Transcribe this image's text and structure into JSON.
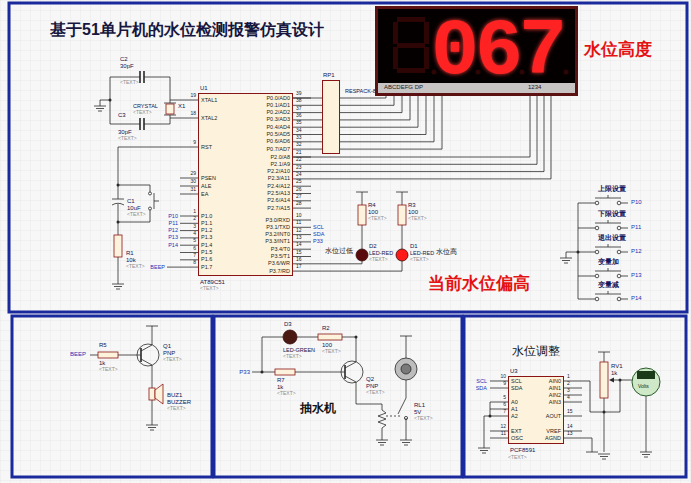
{
  "diagram": {
    "title": "基于51单片机的水位检测报警仿真设计",
    "nodes": [
      {
        "text": [
          "U1",
          "AT89C51"
        ]
      },
      {
        "text": [
          "RP1",
          "RESPACK-8"
        ]
      },
      {
        "text": [
          "067",
          "ABCDEFG DP",
          "1234"
        ]
      },
      {
        "text": [
          "U3",
          "PCF8591"
        ]
      }
    ],
    "edges": [
      {
        "from": 0,
        "to": 1,
        "arrow": "none"
      },
      {
        "from": 1,
        "to": 2,
        "arrow": "none"
      },
      {
        "from": 0,
        "to": 2,
        "arrow": "none"
      }
    ],
    "labels": [
      "C2",
      "30pF",
      "<TEXT>",
      "X1",
      "CRYSTAL",
      "<TEXT>",
      "C3",
      "30pF",
      "<TEXT>",
      "C1",
      "10uF",
      "<TEXT>",
      "R1",
      "10k",
      "<TEXT>",
      "XTAL1",
      "XTAL2",
      "RST",
      "PSEN",
      "ALE",
      "EA",
      "19",
      "18",
      "9",
      "29",
      "30",
      "31",
      "P1.0",
      "P1.1",
      "P1.2",
      "P1.3",
      "P1.4",
      "P1.5",
      "P1.6",
      "P1.7",
      "1",
      "2",
      "3",
      "4",
      "5",
      "6",
      "7",
      "8",
      "P0.0/AD0",
      "P0.1/AD1",
      "P0.2/AD2",
      "P0.3/AD3",
      "P0.4/AD4",
      "P0.5/AD5",
      "P0.6/AD6",
      "P0.7/AD7",
      "39",
      "38",
      "37",
      "36",
      "35",
      "34",
      "33",
      "32",
      "P2.0/A8",
      "P2.1/A9",
      "P2.2/A10",
      "P2.3/A11",
      "P2.4/A12",
      "P2.5/A13",
      "P2.6/A14",
      "P2.7/A15",
      "21",
      "22",
      "23",
      "24",
      "25",
      "26",
      "27",
      "28",
      "P3.0/RXD",
      "P3.1/TXD",
      "P3.2/INT0",
      "P3.3/INT1",
      "P3.4/T0",
      "P3.5/T1",
      "P3.6/WR",
      "P3.7/RD",
      "10",
      "11",
      "12",
      "13",
      "14",
      "15",
      "16",
      "17",
      "<TEXT>",
      "P10",
      "P11",
      "P12",
      "P13",
      "P14",
      "BEEP",
      "SCL",
      "SDA",
      "P33",
      "R4",
      "100",
      "<TEXT>",
      "R3",
      "100",
      "<TEXT>",
      "水位过低",
      "D2",
      "LED-RED",
      "<TEXT>",
      "水位高",
      "D1",
      "LED-RED",
      "<TEXT>",
      "水位高度",
      "当前水位偏高",
      "上限设置",
      "P10",
      "下限设置",
      "P11",
      "退出设置",
      "P12",
      "变量加",
      "P13",
      "变量减",
      "P14",
      "BEEP",
      "R5",
      "1k",
      "<TEXT>",
      "Q1",
      "PNP",
      "<TEXT>",
      "BUZ1",
      "BUZZER",
      "<TEXT>",
      "D3",
      "LED-GREEN",
      "<TEXT>",
      "R2",
      "100",
      "<TEXT>",
      "P33",
      "R7",
      "1k",
      "<TEXT>",
      "Q2",
      "PNP",
      "<TEXT>",
      "抽水机",
      "RL1",
      "5V",
      "<TEXT>",
      "水位调整",
      "SCL",
      "SDA",
      "RV1",
      "1k",
      "Volts",
      "SCL",
      "SDA",
      "A0",
      "A1",
      "A2",
      "EXT",
      "OSC",
      "AIN0",
      "AIN1",
      "AIN2",
      "AIN3",
      "AOUT",
      "VREF",
      "AGND",
      "10",
      "9",
      "5",
      "6",
      "7",
      "12",
      "11",
      "1",
      "2",
      "3",
      "4",
      "15",
      "14",
      "13",
      "<TEXT>"
    ]
  }
}
